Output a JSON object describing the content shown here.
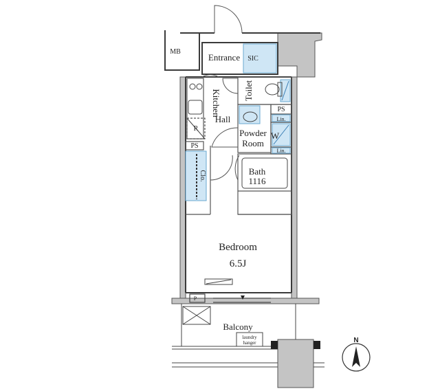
{
  "rooms": {
    "mb": "MB",
    "entrance": "Entrance",
    "sic": "SIC",
    "toilet": "Toilet",
    "kitchen": "Kitchen",
    "hall": "Hall",
    "refrigerator": "R",
    "ps_top": "PS",
    "lin_top": "Lin.",
    "powder_room_line1": "Powder",
    "powder_room_line2": "Room",
    "washer": "W",
    "lin_bottom": "Lin.",
    "ps_left": "PS",
    "closet": "Clo.",
    "bath": "Bath",
    "bath_size": "1116",
    "bedroom": "Bedroom",
    "bedroom_size": "6.5J",
    "pipe_space_small": "P",
    "balcony": "Balcony",
    "laundry_line1": "laundry",
    "laundry_line2": "hanger"
  },
  "compass": {
    "north": "N"
  },
  "colors": {
    "wall": "#3a3a3a",
    "storage_fill": "#cfe6f5",
    "storage_stroke": "#6aa8d0",
    "grey_block": "#b7b7b7"
  }
}
